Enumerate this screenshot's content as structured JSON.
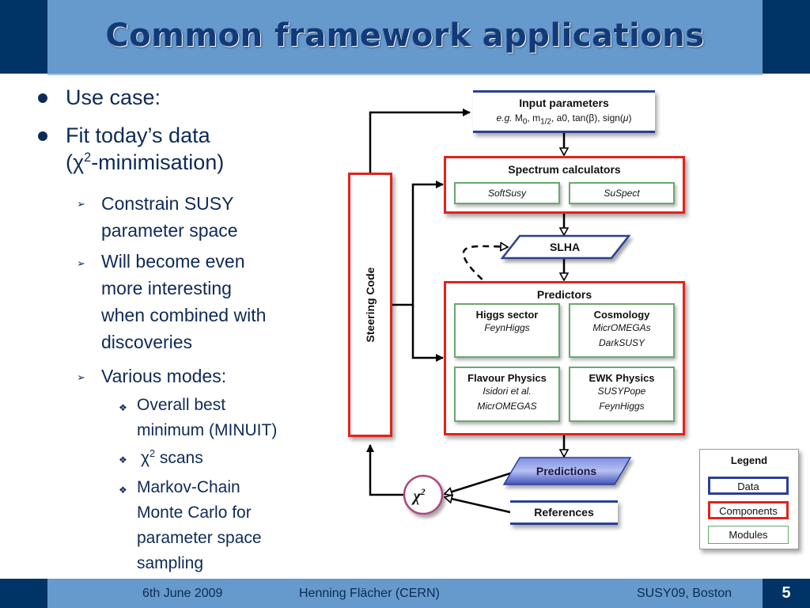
{
  "slide": {
    "title": "Common framework applications",
    "footer": {
      "date": "6th June 2009",
      "author": "Henning Flächer (CERN)",
      "event": "SUSY09, Boston",
      "page_number": "5"
    }
  },
  "bullets": {
    "l1": [
      {
        "text": "Use case:"
      },
      {
        "line1": "Fit today’s data",
        "line2_prefix": "(χ",
        "line2_sup": "2",
        "line2_suffix": "-minimisation)"
      }
    ],
    "l2": [
      {
        "lines": [
          "Constrain SUSY",
          "parameter space"
        ]
      },
      {
        "lines": [
          "Will become even",
          "more interesting",
          "when combined with",
          "discoveries"
        ]
      },
      {
        "lines": [
          "Various modes:"
        ]
      }
    ],
    "l3": [
      {
        "lines": [
          "Overall best",
          "minimum (MINUIT)"
        ]
      },
      {
        "prefix": "χ",
        "sup": "2",
        "suffix": " scans"
      },
      {
        "lines": [
          "Markov-Chain",
          "Monte Carlo for",
          "parameter space",
          "sampling"
        ]
      }
    ],
    "markers": {
      "l2": "➢",
      "l3": "❖"
    }
  },
  "diagram": {
    "input": {
      "title": "Input parameters",
      "sub_eg": "e.g.",
      "sub_rest": " M₀, m₁/₂, a0, tan(β), sign(μ)",
      "sub_parts": {
        "M": "M",
        "M_sub": "0",
        "m": ", m",
        "m_sub": "1/2",
        "rest": ", a0, tan(β), sign(",
        "mu": "μ",
        "close": ")"
      }
    },
    "spectrum": {
      "title": "Spectrum calculators",
      "modules": [
        "SoftSusy",
        "SuSpect"
      ]
    },
    "slha": "SLHA",
    "predictors": {
      "title": "Predictors",
      "modules": [
        {
          "title": "Higgs sector",
          "codes": [
            "FeynHiggs"
          ]
        },
        {
          "title": "Cosmology",
          "codes": [
            "MicrOMEGAs",
            "DarkSUSY"
          ]
        },
        {
          "title": "Flavour Physics",
          "codes": [
            "Isidori et al.",
            "MicrOMEGAS"
          ]
        },
        {
          "title": "EWK Physics",
          "codes": [
            "SUSYPope",
            "FeynHiggs"
          ]
        }
      ]
    },
    "steering": "Steering Code",
    "predictions": "Predictions",
    "references": "References",
    "chi2": {
      "symbol": "χ",
      "sup": "2"
    },
    "legend": {
      "title": "Legend",
      "items": [
        {
          "label": "Data",
          "color": "#2b3f96"
        },
        {
          "label": "Components",
          "color": "#e0241b"
        },
        {
          "label": "Modules",
          "color": "#6aa86e"
        }
      ]
    }
  }
}
